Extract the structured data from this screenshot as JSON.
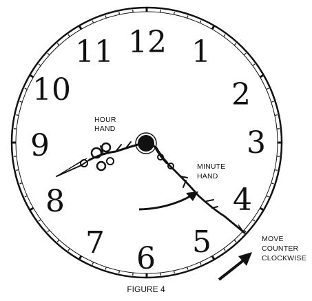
{
  "figure": {
    "caption": "FIGURE 4",
    "numerals": [
      "12",
      "1",
      "2",
      "3",
      "4",
      "5",
      "6",
      "7",
      "8",
      "9",
      "10",
      "11"
    ],
    "hour_hand_label": [
      "HOUR",
      "HAND"
    ],
    "minute_hand_label": [
      "MINUTE",
      "HAND"
    ],
    "instruction_label": [
      "MOVE",
      "COUNTER",
      "CLOCKWISE"
    ],
    "colors": {
      "ink": "#111111",
      "paper": "#ffffff"
    }
  }
}
